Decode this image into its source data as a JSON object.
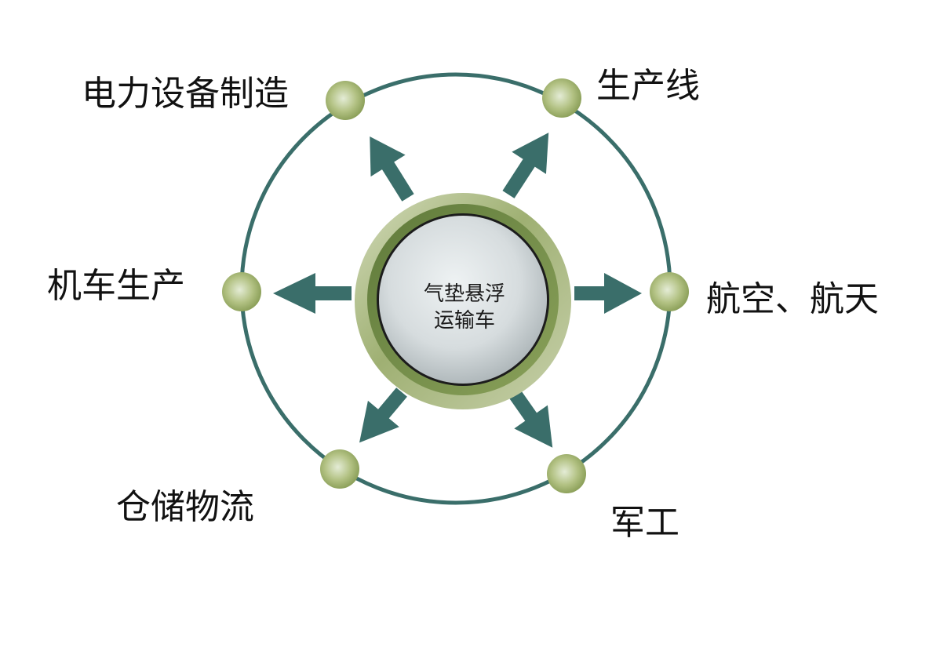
{
  "center": {
    "line1": "气垫悬浮",
    "line2": "运输车"
  },
  "nodes": [
    {
      "id": "power-equipment",
      "label": "电力设备制造",
      "position": "upper-left"
    },
    {
      "id": "production-line",
      "label": "生产线",
      "position": "upper-right"
    },
    {
      "id": "locomotive",
      "label": "机车生产",
      "position": "left"
    },
    {
      "id": "aerospace",
      "label": "航空、航天",
      "position": "right"
    },
    {
      "id": "warehouse-logistics",
      "label": "仓储物流",
      "position": "lower-left"
    },
    {
      "id": "military",
      "label": "军工",
      "position": "lower-right"
    }
  ],
  "colors": {
    "ring": "#3a6e6a",
    "arrow": "#3a6e6a",
    "node_light": "#dfe8cc",
    "node_dark": "#8ea15a",
    "bezel_light": "#c9d3ad",
    "bezel_dark": "#6f8a45",
    "disc_light": "#e9eef0",
    "disc_dark": "#a9b2b5"
  }
}
